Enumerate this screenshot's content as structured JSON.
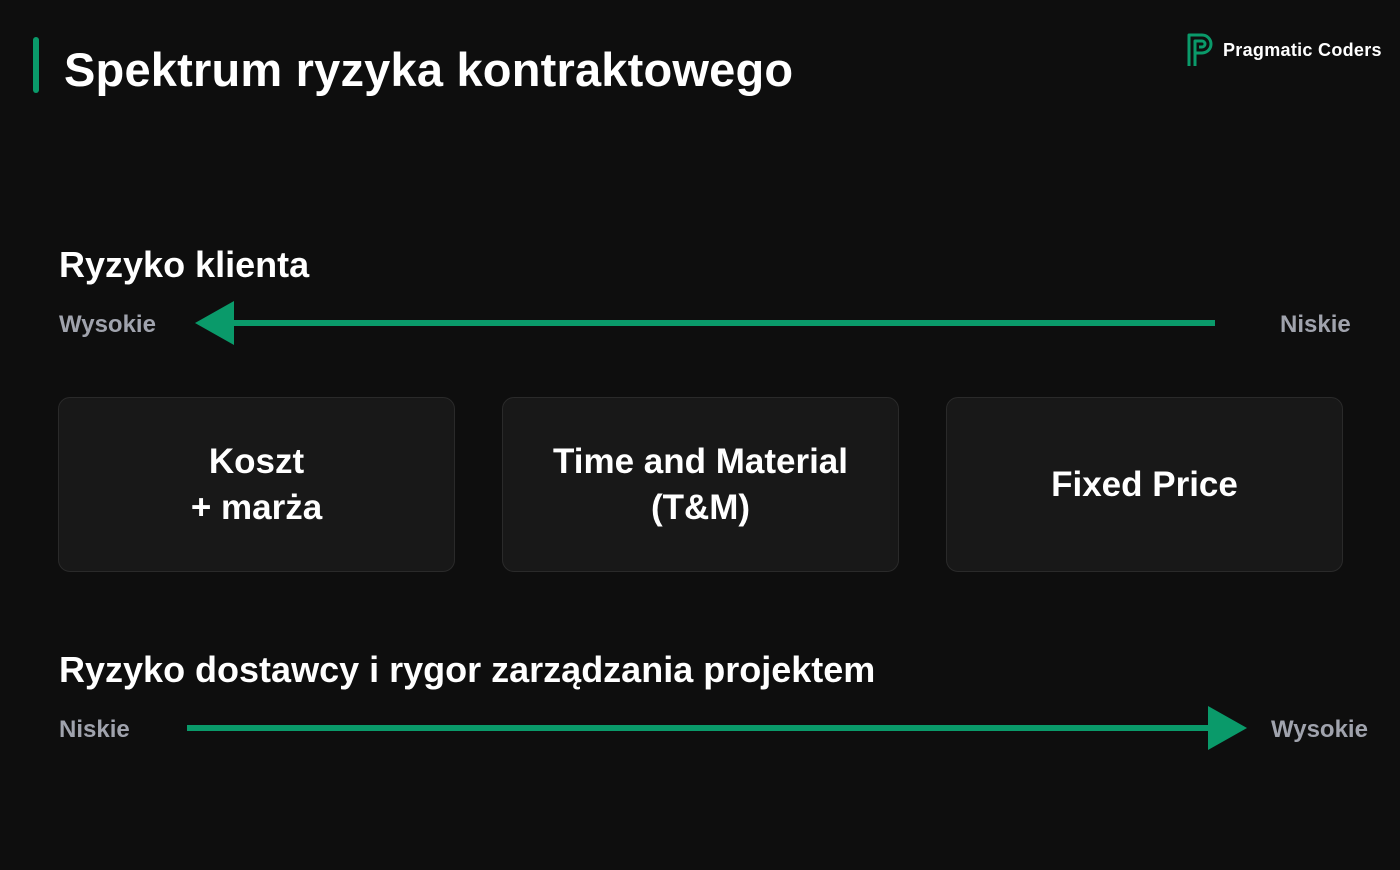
{
  "header": {
    "title": "Spektrum ryzyka kontraktowego",
    "brand_name": "Pragmatic Coders",
    "accent_color": "#0a9a6a"
  },
  "client_risk": {
    "title": "Ryzyko klienta",
    "left_label": "Wysokie",
    "right_label": "Niskie",
    "arrow_direction": "left"
  },
  "models": [
    {
      "line1": "Koszt",
      "line2": "+ marża"
    },
    {
      "line1": "Time and Material",
      "line2": "(T&M)"
    },
    {
      "line1": "Fixed Price",
      "line2": ""
    }
  ],
  "vendor_risk": {
    "title": "Ryzyko dostawcy i rygor zarządzania projektem",
    "left_label": "Niskie",
    "right_label": "Wysokie",
    "arrow_direction": "right"
  },
  "icons": {
    "logo": "pragmatic-coders-logo-icon",
    "arrow_left": "arrow-left-icon",
    "arrow_right": "arrow-right-icon"
  }
}
